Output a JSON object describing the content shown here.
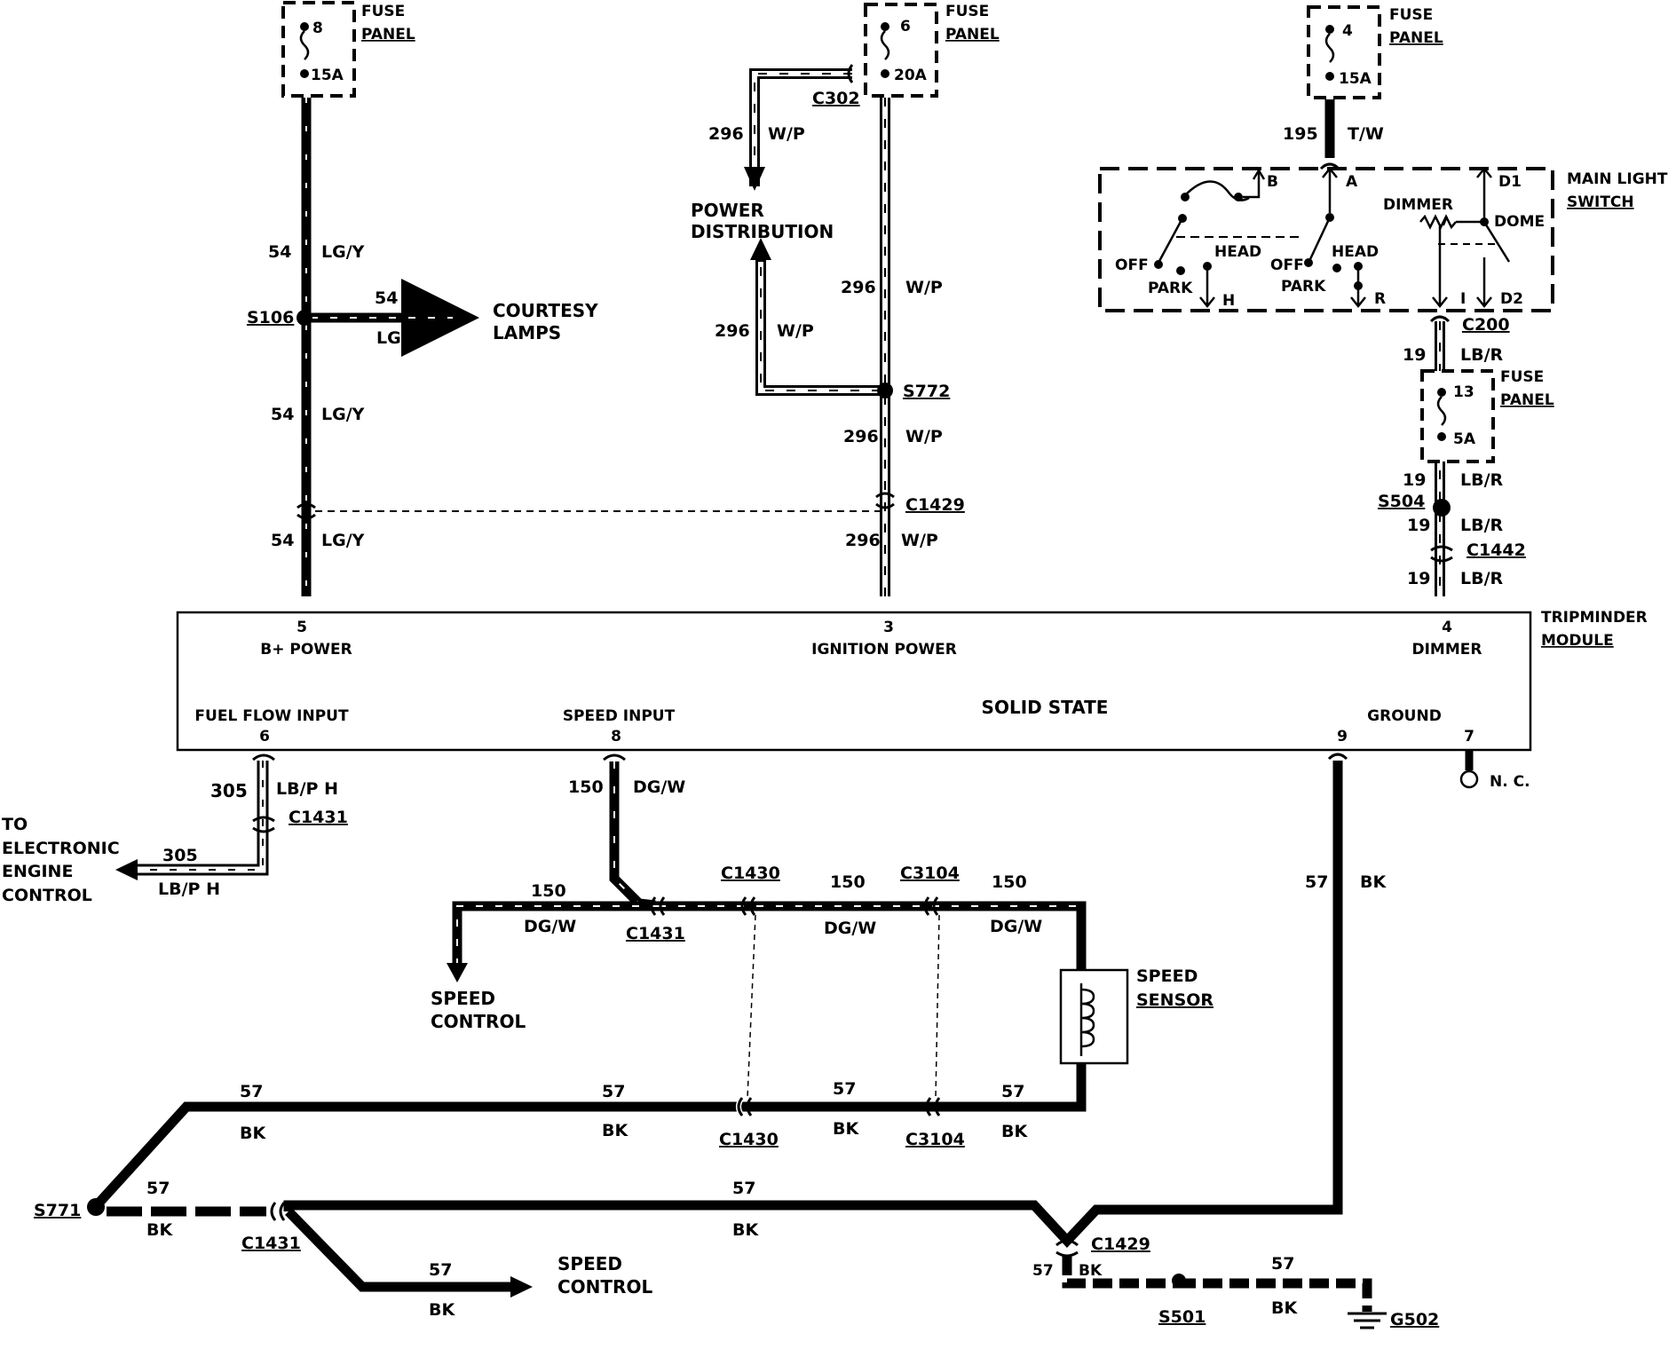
{
  "fuses": {
    "f8": {
      "num": "8",
      "amp": "15A",
      "label1": "FUSE",
      "label2": "PANEL"
    },
    "f6": {
      "num": "6",
      "amp": "20A",
      "label1": "FUSE",
      "label2": "PANEL"
    },
    "f4": {
      "num": "4",
      "amp": "15A",
      "label1": "FUSE",
      "label2": "PANEL"
    },
    "f13": {
      "num": "13",
      "amp": "5A",
      "label1": "FUSE",
      "label2": "PANEL"
    }
  },
  "wires": {
    "c54": "54",
    "lgy": "LG/Y",
    "c296": "296",
    "wp": "W/P",
    "c195": "195",
    "tw": "T/W",
    "c19": "19",
    "lbr": "LB/R",
    "c305": "305",
    "lbph": "LB/P H",
    "c150": "150",
    "dgw": "DG/W",
    "c57": "57",
    "bk": "BK"
  },
  "connectors": {
    "s106": "S106",
    "s772": "S772",
    "c302": "C302",
    "c1429": "C1429",
    "c200": "C200",
    "s504": "S504",
    "c1442": "C1442",
    "c1431": "C1431",
    "c1430": "C1430",
    "c3104": "C3104",
    "s771": "S771",
    "s501": "S501",
    "g502": "G502"
  },
  "destinations": {
    "courtesy1": "COURTESY",
    "courtesy2": "LAMPS",
    "power1": "POWER",
    "power2": "DISTRIBUTION",
    "eec1": "TO",
    "eec2": "ELECTRONIC",
    "eec3": "ENGINE",
    "eec4": "CONTROL",
    "speed1": "SPEED",
    "speed2": "CONTROL"
  },
  "main_light_switch": {
    "title1": "MAIN LIGHT",
    "title2": "SWITCH",
    "b": "B",
    "a": "A",
    "d1": "D1",
    "d2": "D2",
    "dimmer": "DIMMER",
    "dome": "DOME",
    "head": "HEAD",
    "off": "OFF",
    "park": "PARK",
    "h": "H",
    "r": "R",
    "i": "I"
  },
  "module": {
    "title1": "TRIPMINDER",
    "title2": "MODULE",
    "pin5": "5",
    "pin3": "3",
    "pin4": "4",
    "pin6": "6",
    "pin8": "8",
    "pin9": "9",
    "pin7": "7",
    "b_power": "B+ POWER",
    "ignition_power": "IGNITION POWER",
    "dimmer": "DIMMER",
    "fuel_flow": "FUEL FLOW INPUT",
    "speed_input": "SPEED INPUT",
    "solid_state": "SOLID STATE",
    "ground": "GROUND",
    "nc": "N. C."
  },
  "sensor": {
    "label1": "SPEED",
    "label2": "SENSOR"
  }
}
